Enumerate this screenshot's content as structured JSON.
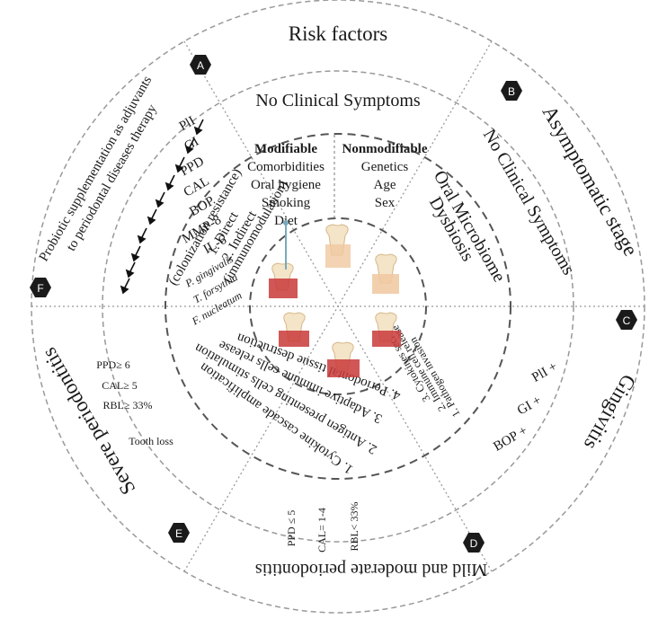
{
  "outer_labels": {
    "risk_factors": "Risk factors",
    "asymptomatic_stage": "Asymptomatic stage",
    "gingivitis": "Gingivitis",
    "mild_moderate": "Mild and moderate periodontitis",
    "severe": "Severe periodontitis",
    "probiotic": "Probiotic supplementation as adjuvants",
    "probiotic2": "to periodontal diseases therapy"
  },
  "badges": [
    "A",
    "B",
    "C",
    "D",
    "E",
    "F"
  ],
  "symptoms": {
    "a": "No Clinical Symptoms",
    "b": "No Clinical Symptoms",
    "oral1": "Oral Microbiome",
    "oral2": "Dysbiosis"
  },
  "modifiable": {
    "title": "Modifiable",
    "items": [
      "Comorbidities",
      "Oral hygiene",
      "Smoking",
      "Diet"
    ]
  },
  "nonmodifiable": {
    "title": "Nonmodifiable",
    "items": [
      "Genetics",
      "Age",
      "Sex"
    ]
  },
  "probiotic_markers": [
    "PlI",
    "GI",
    "PPD",
    "CAL",
    "BOP",
    "MMP-8",
    "IL-6",
    "P. gingivalis",
    "T. forsythia",
    "F. nucleatum"
  ],
  "mechanisms": {
    "direct": "1. Direct",
    "direct2": "(colonization resistance)",
    "indirect": "2. Indirect",
    "indirect2": "(immunomodulation)"
  },
  "gingivitis_steps": [
    "1. Pathogen invasion",
    "2. Immune cell release",
    "3. Cytokines secretion"
  ],
  "gingivitis_markers": [
    "PlI +",
    "GI +",
    "BOP +"
  ],
  "mild_markers": [
    "PPD ≤ 5",
    "CAL= 1-4",
    "RBL< 33%"
  ],
  "severe_steps": [
    "1. Cytokine cascade amplification",
    "2. Antigen presenting cells stimulation",
    "3. Adaptive immune cells release",
    "4. Periodontal tissue destruction"
  ],
  "severe_markers": [
    "PPD≥ 6",
    "CAL≥ 5",
    "RBL≥ 33%",
    "Tooth loss"
  ],
  "colors": {
    "line": "#999999",
    "badge": "#1a1a1a",
    "gum": "#c93a3a",
    "tooth": "#f4e4c8",
    "root": "#e7b98f"
  }
}
